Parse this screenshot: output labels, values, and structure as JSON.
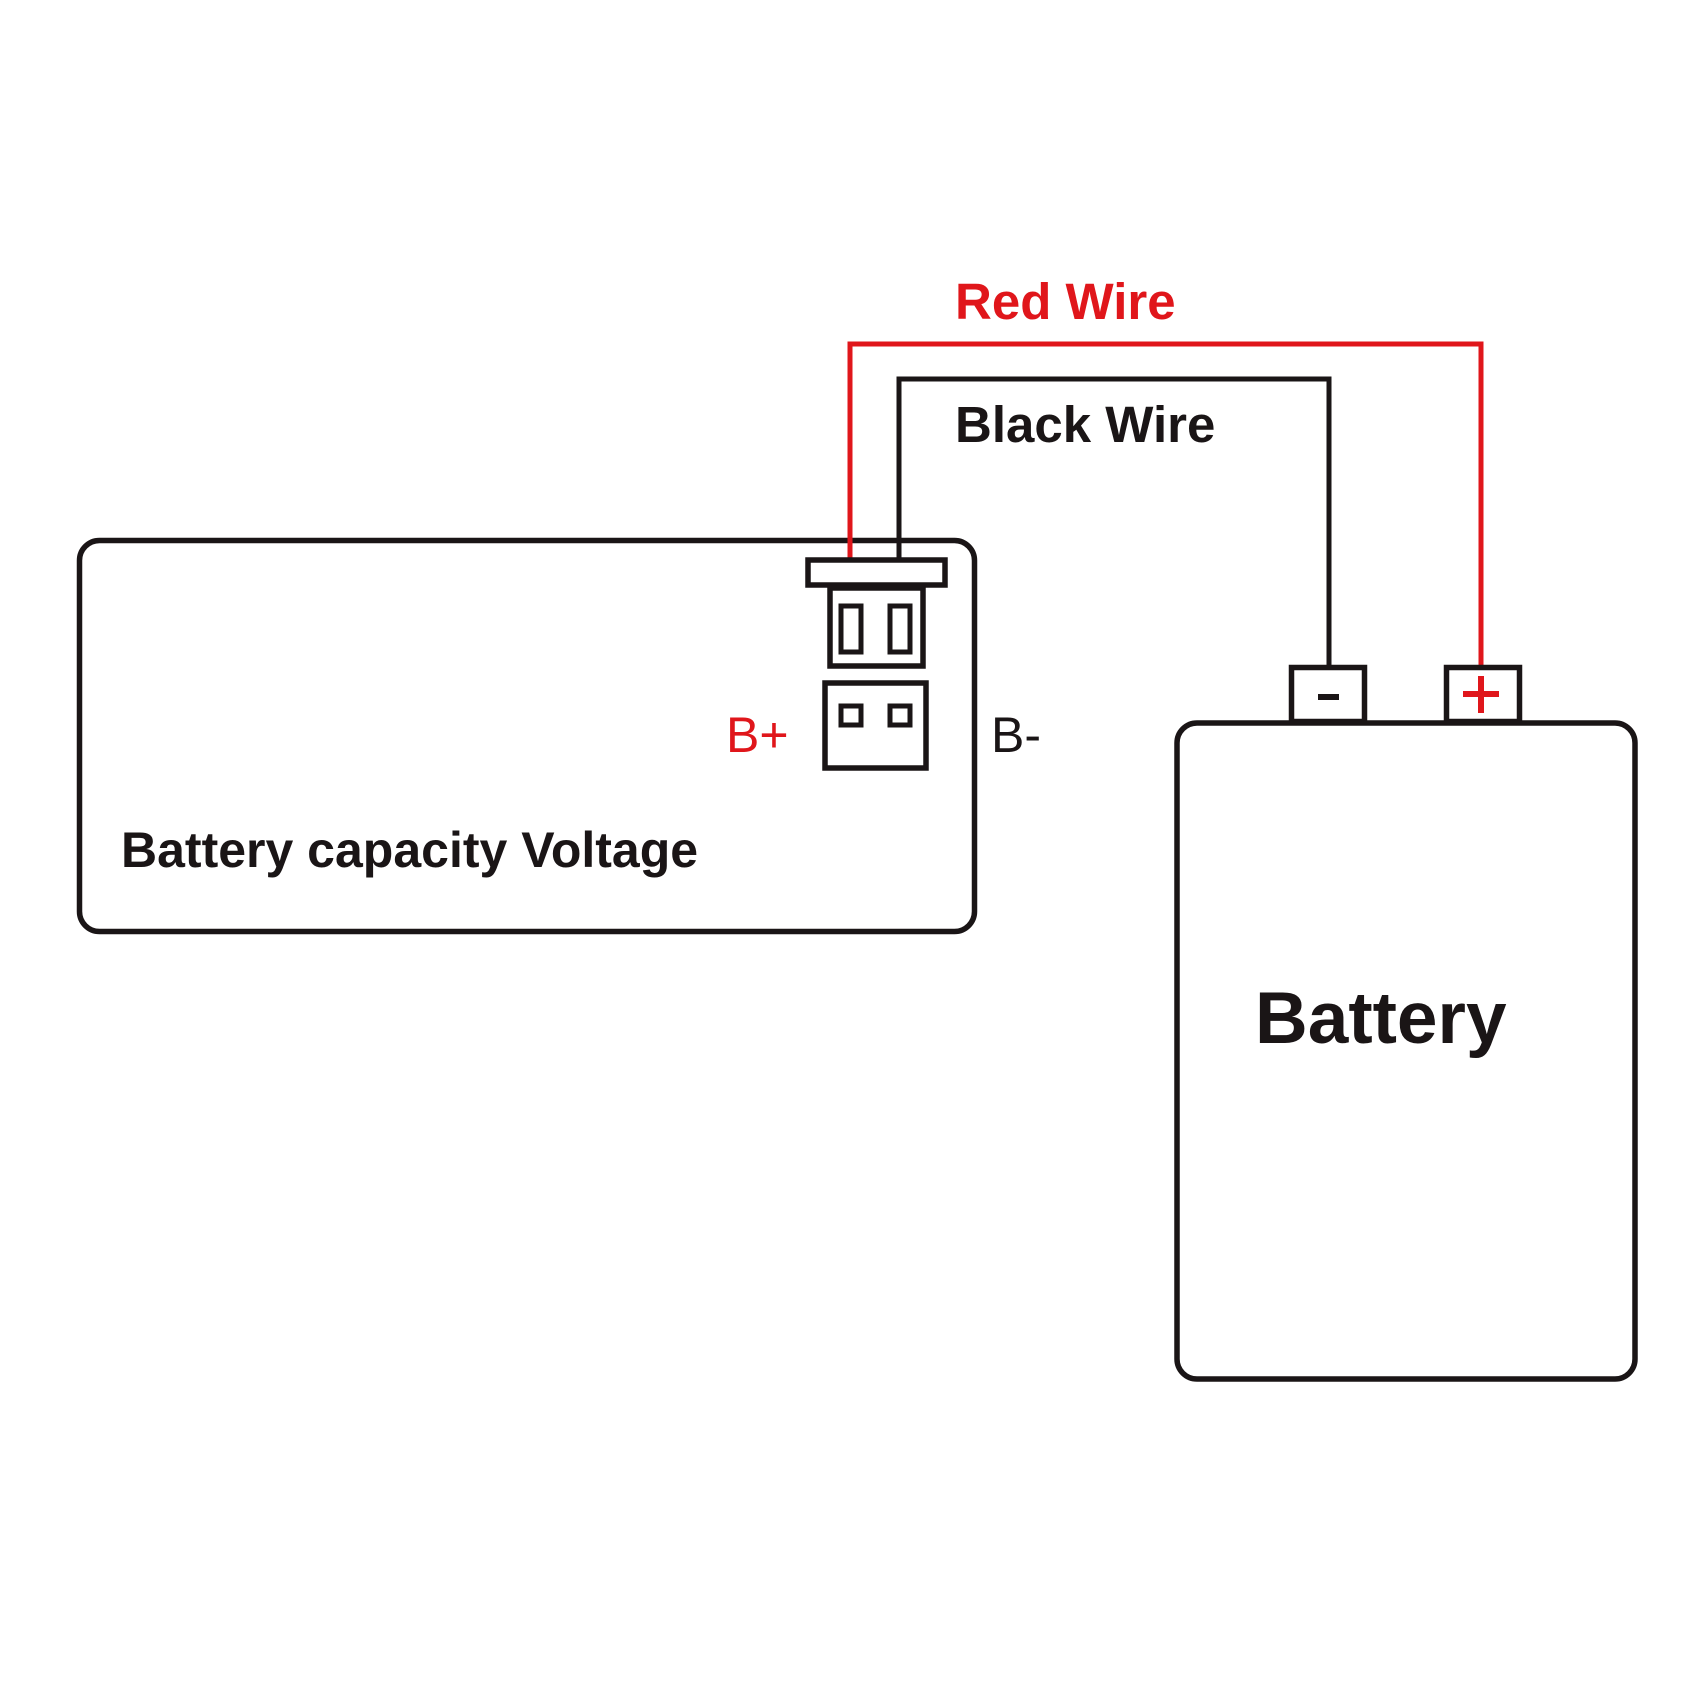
{
  "diagram": {
    "title": "Battery capacity voltage meter wiring diagram",
    "colors": {
      "line": "#1a1516",
      "red": "#e0161b",
      "background": "#ffffff"
    },
    "meter": {
      "label": "Battery capacity Voltage",
      "pins": {
        "positive_label": "B+",
        "negative_label": "B-"
      }
    },
    "battery": {
      "label": "Battery",
      "terminals": {
        "negative_symbol": "-",
        "positive_symbol": "+"
      }
    },
    "wires": {
      "red": {
        "label": "Red Wire",
        "from": "B+",
        "to": "battery +"
      },
      "black": {
        "label": "Black Wire",
        "from": "B-",
        "to": "battery -"
      }
    }
  }
}
